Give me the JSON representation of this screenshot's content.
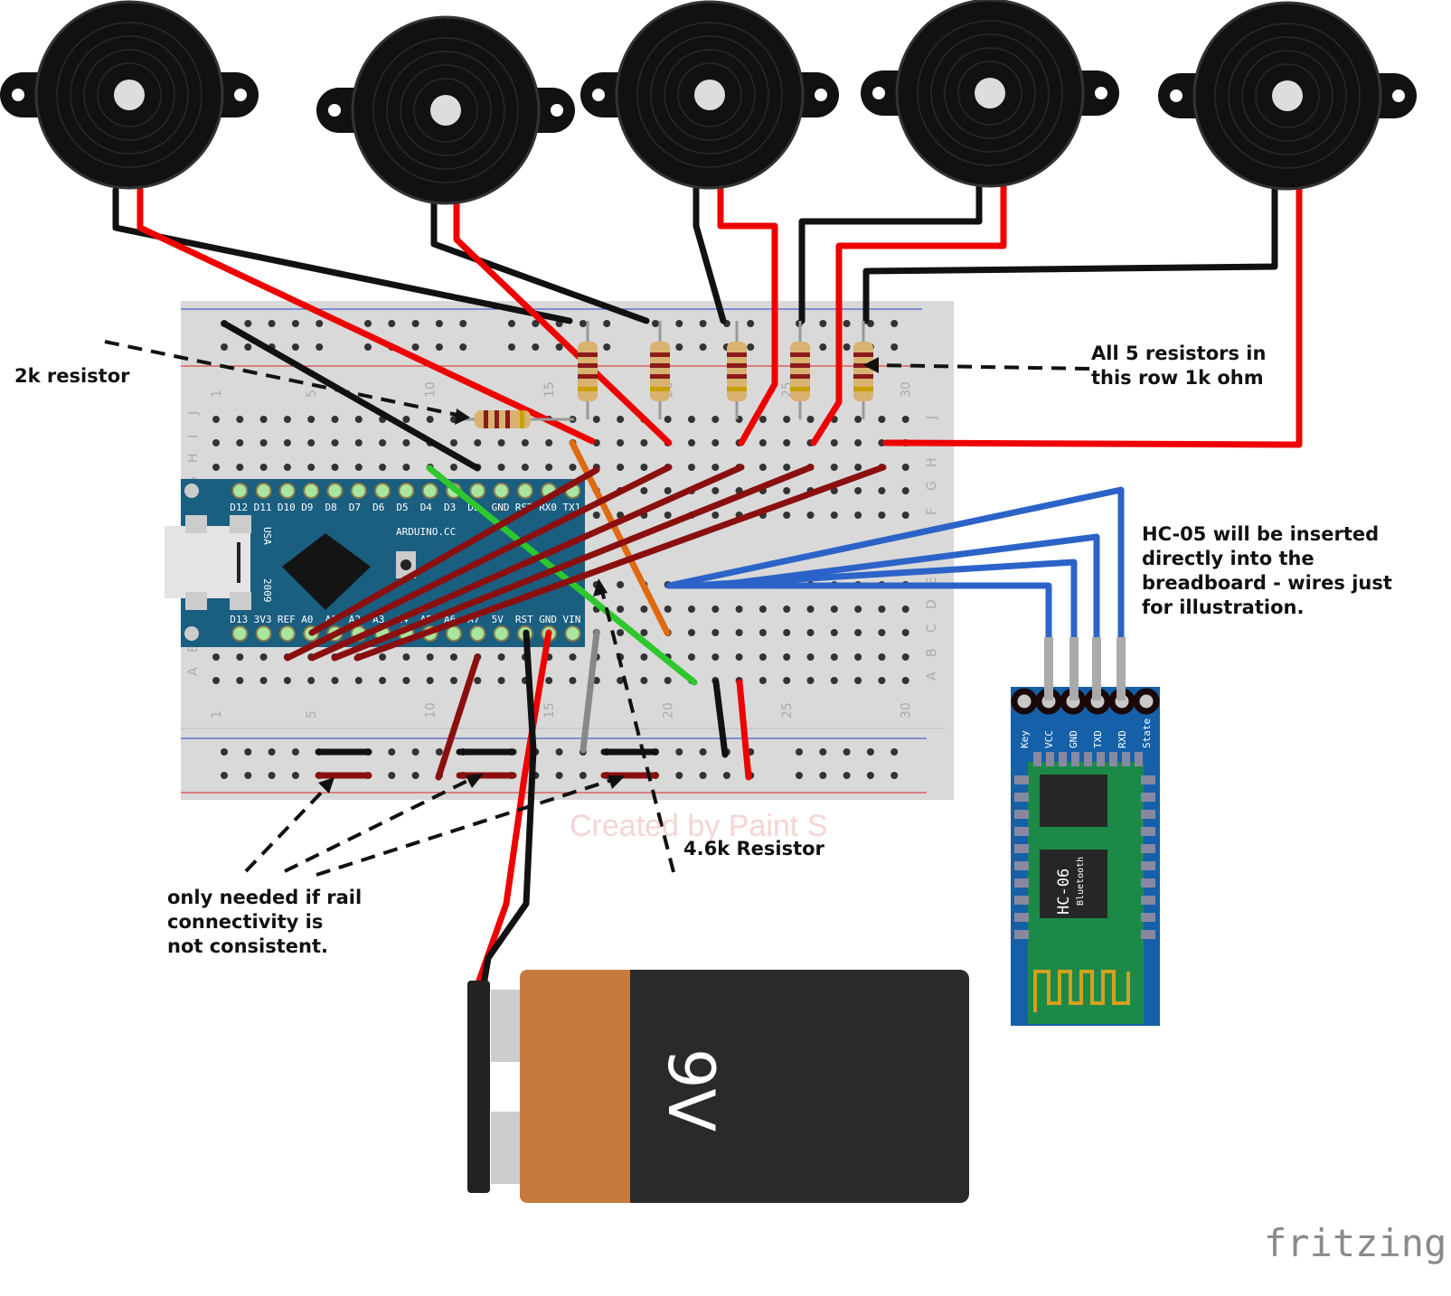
{
  "annotations": {
    "resistor_2k": "2k resistor",
    "resistors_1k": "All 5 resistors in\nthis row 1k ohm",
    "hc05_note": "HC-05 will be inserted\ndirectly into the\nbreadboard - wires just\nfor illustration.",
    "resistor_4_6k": "4.6k Resistor",
    "rail_note": "only needed if rail\nconnectivity is\nnot consistent."
  },
  "breadboard": {
    "rows_top": [
      "J",
      "I",
      "H",
      "G",
      "F"
    ],
    "rows_bottom": [
      "E",
      "D",
      "C",
      "B",
      "A"
    ],
    "column_numbers": [
      "1",
      "5",
      "10",
      "15",
      "20",
      "25",
      "30"
    ]
  },
  "arduino": {
    "top_pins": [
      "D12",
      "D11",
      "D10",
      "D9",
      "D8",
      "D7",
      "D6",
      "D5",
      "D4",
      "D3",
      "D2",
      "GND",
      "RST",
      "RX0",
      "TX1"
    ],
    "bottom_pins": [
      "D13",
      "3V3",
      "REF",
      "A0",
      "A1",
      "A2",
      "A3",
      "A4",
      "A5",
      "A6",
      "A7",
      "5V",
      "RST",
      "GND",
      "VIN"
    ],
    "brand": "ARDUINO.CC",
    "country": "USA",
    "year": "2009"
  },
  "hc05": {
    "pins": [
      "Key",
      "VCC",
      "GND",
      "TXD",
      "RXD",
      "State"
    ],
    "chip_label": "HC-06",
    "chip_sub": "Bluetooth"
  },
  "battery": {
    "label": "9V"
  },
  "watermark": "Created by Paint S",
  "logo": "fritzing",
  "colors": {
    "breadboard": "#d9d9d9",
    "arduino": "#1a5e80",
    "hc05_board": "#1560a8",
    "hc05_pcb": "#1b8a48",
    "wire_red": "#e00",
    "wire_black": "#111",
    "wire_blue": "#2b63c8",
    "wire_green": "#2ec72e",
    "wire_orange": "#e06a10",
    "battery_copper": "#c57b40",
    "battery_body": "#2a2a2a"
  }
}
